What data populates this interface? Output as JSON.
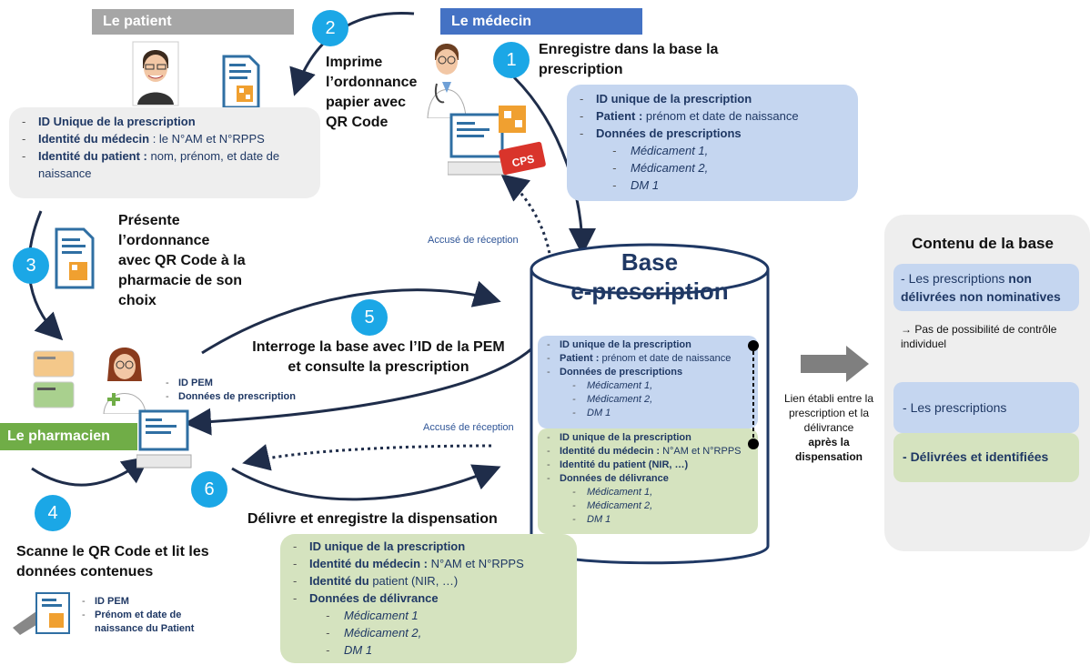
{
  "actors": {
    "patient": "Le patient",
    "medecin": "Le médecin",
    "pharmacien": "Le pharmacien"
  },
  "steps": {
    "s1": {
      "num": "1",
      "text": "Enregistre dans la base la prescription"
    },
    "s2": {
      "num": "2",
      "text": "Imprime l’ordonnance papier avec QR Code"
    },
    "s3": {
      "num": "3",
      "text": "Présente l’ordonnance avec QR Code à la pharmacie de son choix"
    },
    "s4": {
      "num": "4",
      "text": "Scanne le QR Code et lit les données contenues"
    },
    "s5": {
      "num": "5",
      "text": "Interroge la base avec l’ID de la PEM et consulte la prescription"
    },
    "s6": {
      "num": "6",
      "text": "Délivre et enregistre la dispensation"
    }
  },
  "patient_box": {
    "l1": "ID Unique de la prescription",
    "l2k": "Identité du médecin",
    "l2v": " : le N°AM et N°RPPS",
    "l3k": "Identité du patient :",
    "l3v": " nom, prénom, et date de naissance"
  },
  "medecin_box": {
    "l1": "ID unique de la prescription",
    "l2k": "Patient :",
    "l2v": " prénom et date de naissance",
    "l3": "Données de prescriptions",
    "m1": "Médicament 1,",
    "m2": "Médicament 2,",
    "m3": "DM 1"
  },
  "base": {
    "title1": "Base",
    "title2": "e-prescription",
    "presc": {
      "l1": "ID unique de la prescription",
      "l2k": "Patient :",
      "l2v": " prénom et date de naissance",
      "l3": "Données de prescriptions",
      "m1": "Médicament 1,",
      "m2": "Médicament 2,",
      "m3": "DM 1"
    },
    "deliv": {
      "l1": "ID unique de la prescription",
      "l2k": "Identité du médecin :",
      "l2v": " N°AM et N°RPPS",
      "l3k": "Identité du patient",
      "l3v": " (NIR, …)",
      "l4": "Données de délivrance",
      "m1": "Médicament 1,",
      "m2": "Médicament 2,",
      "m3": "DM 1"
    }
  },
  "pharmacien_small": {
    "l1": "ID PEM",
    "l2": "Données de prescription"
  },
  "scan_small": {
    "l1": "ID PEM",
    "l2": "Prénom et date de naissance du Patient"
  },
  "delivery_box": {
    "l1": "ID unique de la prescription",
    "l2k": "Identité du médecin :",
    "l2v": " N°AM et N°RPPS",
    "l3k": "Identité du",
    "l3v": " patient (NIR, …)",
    "l4": "Données de délivrance",
    "m1": "Médicament 1",
    "m2": "Médicament 2,",
    "m3": "DM 1"
  },
  "ack": {
    "a1": "Accusé de réception",
    "a2": "Accusé de réception"
  },
  "link_text": {
    "t1": "Lien établi entre la prescription et la délivrance",
    "t2": "après la dispensation"
  },
  "contenu": {
    "title": "Contenu de la base",
    "c1a": "Les prescriptions ",
    "c1b": "non délivrées non nominatives",
    "c2": "→ Pas de possibilité de contrôle individuel",
    "c3": "Les prescriptions",
    "c4": "Délivrées et identifiées"
  },
  "icons": {
    "cps": "CPS"
  },
  "colors": {
    "accent_blue": "#1ba7e6",
    "medecin_tag": "#4472c4",
    "patient_tag": "#a6a6a6",
    "pharmacien_tag": "#70ad47",
    "navy": "#1f3864"
  }
}
